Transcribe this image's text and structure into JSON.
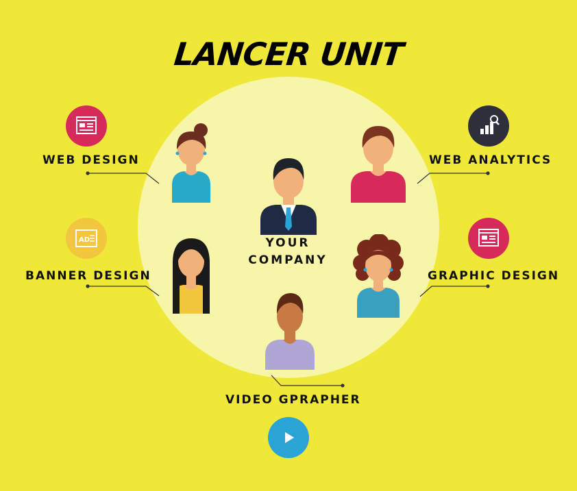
{
  "title": "LANCER UNIT",
  "center": {
    "line1": "YOUR",
    "line2": "COMPANY"
  },
  "roles": {
    "web_design": "WEB DESIGN",
    "web_analytics": "WEB ANALYTICS",
    "banner_design": "BANNER DESIGN",
    "graphic_design": "GRAPHIC DESIGN",
    "video_grapher": "VIDEO GPRAPHER"
  },
  "icons": {
    "web_design": "web-page-icon",
    "web_analytics": "analytics-chart-icon",
    "banner_design": "ad-banner-icon",
    "graphic_design": "web-page-icon",
    "video_grapher": "play-icon"
  },
  "colors": {
    "background": "#efe838",
    "circle": "#f7f5a8",
    "pink": "#d62a5a",
    "dark": "#2e2f3a",
    "gold": "#f3c63f",
    "blue": "#2aa4d6"
  }
}
